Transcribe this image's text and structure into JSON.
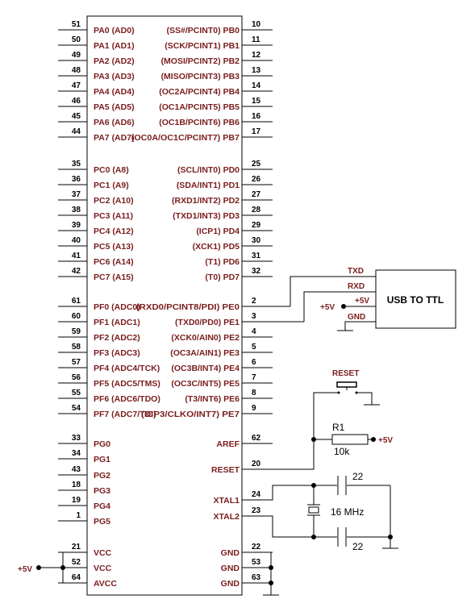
{
  "left_pins": [
    {
      "num": "51",
      "name": "PA0 (AD0)"
    },
    {
      "num": "50",
      "name": "PA1 (AD1)"
    },
    {
      "num": "49",
      "name": "PA2 (AD2)"
    },
    {
      "num": "48",
      "name": "PA3 (AD3)"
    },
    {
      "num": "47",
      "name": "PA4 (AD4)"
    },
    {
      "num": "46",
      "name": "PA5 (AD5)"
    },
    {
      "num": "45",
      "name": "PA6 (AD6)"
    },
    {
      "num": "44",
      "name": "PA7 (AD7)"
    },
    {
      "num": "35",
      "name": "PC0 (A8)"
    },
    {
      "num": "36",
      "name": "PC1 (A9)"
    },
    {
      "num": "37",
      "name": "PC2 (A10)"
    },
    {
      "num": "38",
      "name": "PC3 (A11)"
    },
    {
      "num": "39",
      "name": "PC4 (A12)"
    },
    {
      "num": "40",
      "name": "PC5 (A13)"
    },
    {
      "num": "41",
      "name": "PC6 (A14)"
    },
    {
      "num": "42",
      "name": "PC7 (A15)"
    },
    {
      "num": "61",
      "name": "PF0 (ADC0)"
    },
    {
      "num": "60",
      "name": "PF1 (ADC1)"
    },
    {
      "num": "59",
      "name": "PF2 (ADC2)"
    },
    {
      "num": "58",
      "name": "PF3 (ADC3)"
    },
    {
      "num": "57",
      "name": "PF4 (ADC4/TCK)"
    },
    {
      "num": "56",
      "name": "PF5 (ADC5/TMS)"
    },
    {
      "num": "55",
      "name": "PF6 (ADC6/TDO)"
    },
    {
      "num": "54",
      "name": "PF7 (ADC7/TDI)"
    },
    {
      "num": "33",
      "name": "PG0"
    },
    {
      "num": "34",
      "name": "PG1"
    },
    {
      "num": "43",
      "name": "PG2"
    },
    {
      "num": "18",
      "name": "PG3"
    },
    {
      "num": "19",
      "name": "PG4"
    },
    {
      "num": "1",
      "name": "PG5"
    },
    {
      "num": "21",
      "name": "VCC"
    },
    {
      "num": "52",
      "name": "VCC"
    },
    {
      "num": "64",
      "name": "AVCC"
    }
  ],
  "right_pins": [
    {
      "num": "10",
      "name": "(SS#/PCINT0) PB0"
    },
    {
      "num": "11",
      "name": "(SCK/PCINT1) PB1"
    },
    {
      "num": "12",
      "name": "(MOSI/PCINT2) PB2"
    },
    {
      "num": "13",
      "name": "(MISO/PCINT3) PB3"
    },
    {
      "num": "14",
      "name": "(OC2A/PCINT4) PB4"
    },
    {
      "num": "15",
      "name": "(OC1A/PCINT5) PB5"
    },
    {
      "num": "16",
      "name": "(OC1B/PCINT6) PB6"
    },
    {
      "num": "17",
      "name": "(OC0A/OC1C/PCINT7) PB7"
    },
    {
      "num": "25",
      "name": "(SCL/INT0) PD0"
    },
    {
      "num": "26",
      "name": "(SDA/INT1) PD1"
    },
    {
      "num": "27",
      "name": "(RXD1/INT2) PD2"
    },
    {
      "num": "28",
      "name": "(TXD1/INT3) PD3"
    },
    {
      "num": "29",
      "name": "(ICP1) PD4"
    },
    {
      "num": "30",
      "name": "(XCK1) PD5"
    },
    {
      "num": "31",
      "name": "(T1) PD6"
    },
    {
      "num": "32",
      "name": "(T0) PD7"
    },
    {
      "num": "2",
      "name": "(RXD0/PCINT8/PDI) PE0"
    },
    {
      "num": "3",
      "name": "(TXD0/PD0) PE1"
    },
    {
      "num": "4",
      "name": "(XCK0/AIN0) PE2"
    },
    {
      "num": "5",
      "name": "(OC3A/AIN1) PE3"
    },
    {
      "num": "6",
      "name": "(OC3B/INT4) PE4"
    },
    {
      "num": "7",
      "name": "(OC3C/INT5) PE5"
    },
    {
      "num": "8",
      "name": "(T3/INT6) PE6"
    },
    {
      "num": "9",
      "name": "(ICP3/CLKO/INT7) PE7"
    },
    {
      "num": "62",
      "name": "AREF"
    },
    {
      "num": "20",
      "name": "RESET"
    },
    {
      "num": "24",
      "name": "XTAL1"
    },
    {
      "num": "23",
      "name": "XTAL2"
    },
    {
      "num": "22",
      "name": "GND"
    },
    {
      "num": "53",
      "name": "GND"
    },
    {
      "num": "63",
      "name": "GND"
    }
  ],
  "usb": {
    "title": "USB TO TTL",
    "txd": "TXD",
    "rxd": "RXD",
    "vcc": "+5V",
    "gnd": "GND",
    "supply": "+5V"
  },
  "reset": {
    "label": "RESET"
  },
  "r1": {
    "name": "R1",
    "value": "10k",
    "supply": "+5V"
  },
  "crystal": {
    "cap_top": "22",
    "cap_bottom": "22",
    "freq": "16 MHz"
  },
  "power_in": "+5V"
}
